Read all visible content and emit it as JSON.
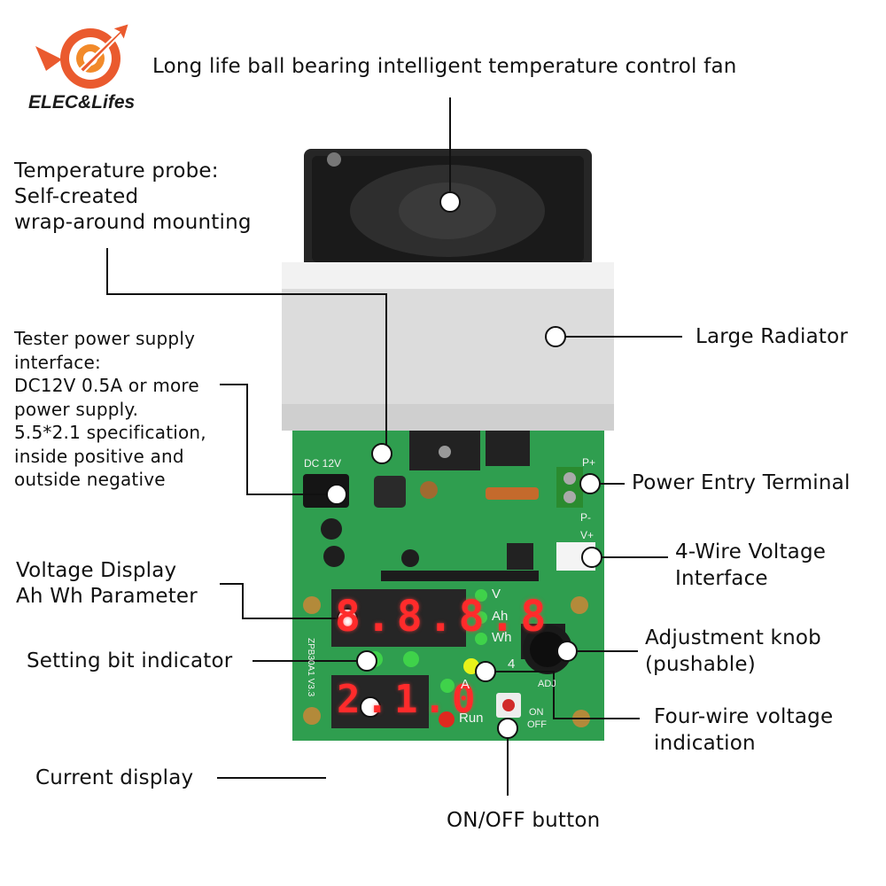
{
  "brand": {
    "name": "ELEC&Lifes",
    "accent": "#e8532a"
  },
  "callouts": {
    "fan": "Long life ball bearing intelligent temperature control fan",
    "probe": [
      "Temperature probe:",
      "Self-created",
      "wrap-around mounting"
    ],
    "power_supply": [
      "Tester power supply",
      "interface:",
      "DC12V 0.5A or more",
      "power supply.",
      "5.5*2.1 specification,",
      "inside positive and",
      "outside negative"
    ],
    "radiator": "Large Radiator",
    "power_entry": "Power Entry Terminal",
    "four_wire_interface": [
      "4-Wire Voltage",
      "Interface"
    ],
    "voltage_display": [
      "Voltage Display",
      "Ah Wh Parameter"
    ],
    "knob": [
      "Adjustment knob",
      "(pushable)"
    ],
    "setting_bit": "Setting bit indicator",
    "four_wire_indication": [
      "Four-wire voltage",
      "indication"
    ],
    "current_display": "Current display",
    "onoff": "ON/OFF button"
  },
  "device": {
    "top_display": "8.8.8.8",
    "bottom_display": "2.1.0",
    "board_marks": {
      "dc": "DC 12V",
      "p_plus": "P+",
      "p_minus": "P-",
      "v_plus": "V+",
      "model": "ZPB30A1 V3.3",
      "unit_v": "V",
      "unit_ah": "Ah",
      "unit_wh": "Wh",
      "unit_a": "A",
      "four": "4",
      "run": "Run",
      "adj": "ADJ",
      "on": "ON",
      "off": "OFF"
    },
    "colors": {
      "pcb": "#2f9e4f",
      "display": "#2a2a2a",
      "segment": "#ff2b2b",
      "led_green": "#3fd24a",
      "led_red": "#e0281f",
      "led_yellow": "#e8f21a"
    }
  }
}
